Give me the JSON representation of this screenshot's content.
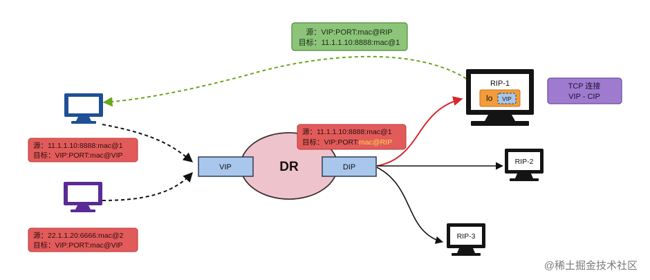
{
  "top_label": {
    "line1": "源：VIP:PORT:mac@RIP",
    "line2": "目标：11.1.1.10:8888:mac@1"
  },
  "client1_label": {
    "line1": "源：11.1.1.10:8888:mac@1",
    "line2": "目标：VIP:PORT:mac@VIP"
  },
  "client2_label": {
    "line1": "源：22.1.1.20:6666:mac@2",
    "line2": "目标：VIP:PORT:mac@VIP"
  },
  "dr_label": {
    "line1": "源：11.1.1.10:8888:mac@1",
    "line2_prefix": "目标：VIP:PORT:",
    "line2_highlight": "mac@RIP"
  },
  "dr": {
    "name": "DR",
    "vip": "VIP",
    "dip": "DIP"
  },
  "rip1": {
    "name": "RIP-1",
    "lo": "lo",
    "vip": "VIP"
  },
  "rip2": {
    "name": "RIP-2"
  },
  "rip3": {
    "name": "RIP-3"
  },
  "tcp_label": {
    "line1": "TCP 连接",
    "line2": "VIP - CIP"
  },
  "watermark": "@稀土掘金技术社区",
  "colors": {
    "green_box": "#8cc47a",
    "red_box": "#e25b5b",
    "purple_box": "#9f7bd0",
    "ellipse": "#efc3cb",
    "nic": "#a9c7ec",
    "orange": "#f29d3a",
    "client_blue": "#1f4f96",
    "client_purple": "#5a2a96"
  }
}
